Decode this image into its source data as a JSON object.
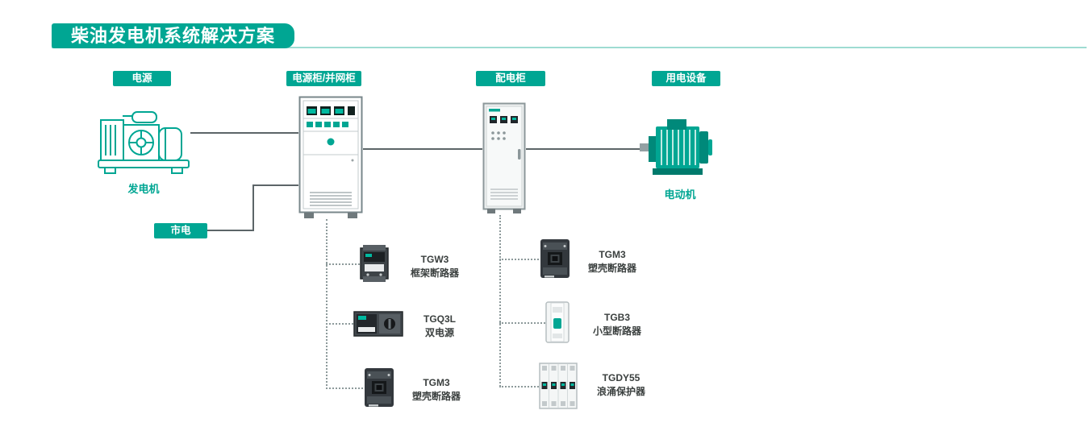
{
  "page": {
    "title": "柴油发电机系统解决方案",
    "accent_color": "#00a693"
  },
  "labels": {
    "power_source": "电源",
    "power_grid_cabinet": "电源柜/并网柜",
    "distribution_cabinet": "配电柜",
    "electric_equipment": "用电设备",
    "mains_power": "市电",
    "generator": "发电机",
    "motor": "电动机"
  },
  "products": {
    "power_cabinet": [
      {
        "model": "TGW3",
        "name": "框架断路器"
      },
      {
        "model": "TGQ3L",
        "name": "双电源"
      },
      {
        "model": "TGM3",
        "name": "塑壳断路器"
      }
    ],
    "distribution": [
      {
        "model": "TGM3",
        "name": "塑壳断路器"
      },
      {
        "model": "TGB3",
        "name": "小型断路器"
      },
      {
        "model": "TGDY55",
        "name": "浪涌保护器"
      }
    ]
  }
}
